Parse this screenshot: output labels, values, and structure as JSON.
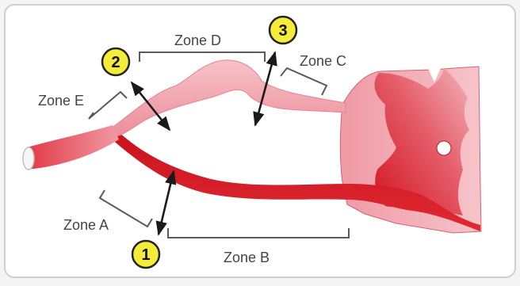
{
  "zones": {
    "a": "Zone A",
    "b": "Zone B",
    "c": "Zone C",
    "d": "Zone D",
    "e": "Zone E"
  },
  "markers": {
    "one": "1",
    "two": "2",
    "three": "3"
  },
  "colors": {
    "frame_bg": "#ffffff",
    "page_bg": "#f4f4f4",
    "nerve_dark": "#d8202a",
    "nerve_light": "#f2a5ad",
    "marker_fill": "#f5ec3a",
    "bracket": "#5a5a5a",
    "arrow": "#1a1a1a"
  }
}
